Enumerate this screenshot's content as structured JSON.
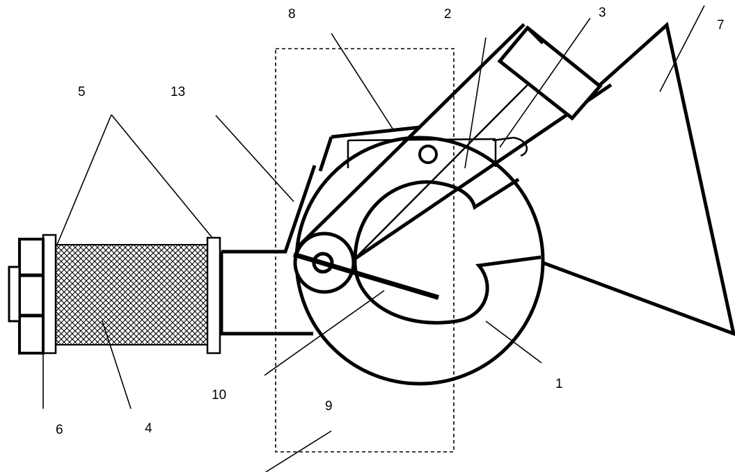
{
  "labels": {
    "l1": "1",
    "l2": "2",
    "l3": "3",
    "l4": "4",
    "l5": "5",
    "l6": "6",
    "l7": "7",
    "l8": "8",
    "l9": "9",
    "l10": "10",
    "l13": "13"
  },
  "colors": {
    "stroke": "#000000",
    "background": "#ffffff"
  }
}
